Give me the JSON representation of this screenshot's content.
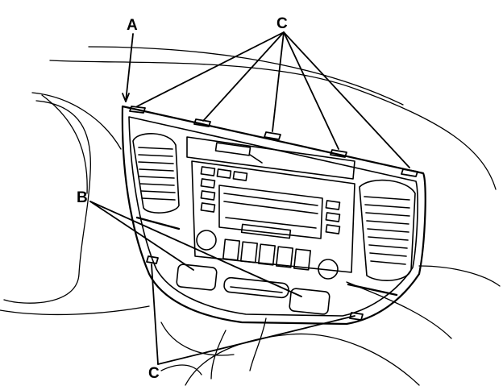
{
  "callouts": {
    "a": "A",
    "b": "B",
    "c_top": "C",
    "c_bottom": "C"
  },
  "colors": {
    "ink": "#000000",
    "paper": "#ffffff"
  }
}
